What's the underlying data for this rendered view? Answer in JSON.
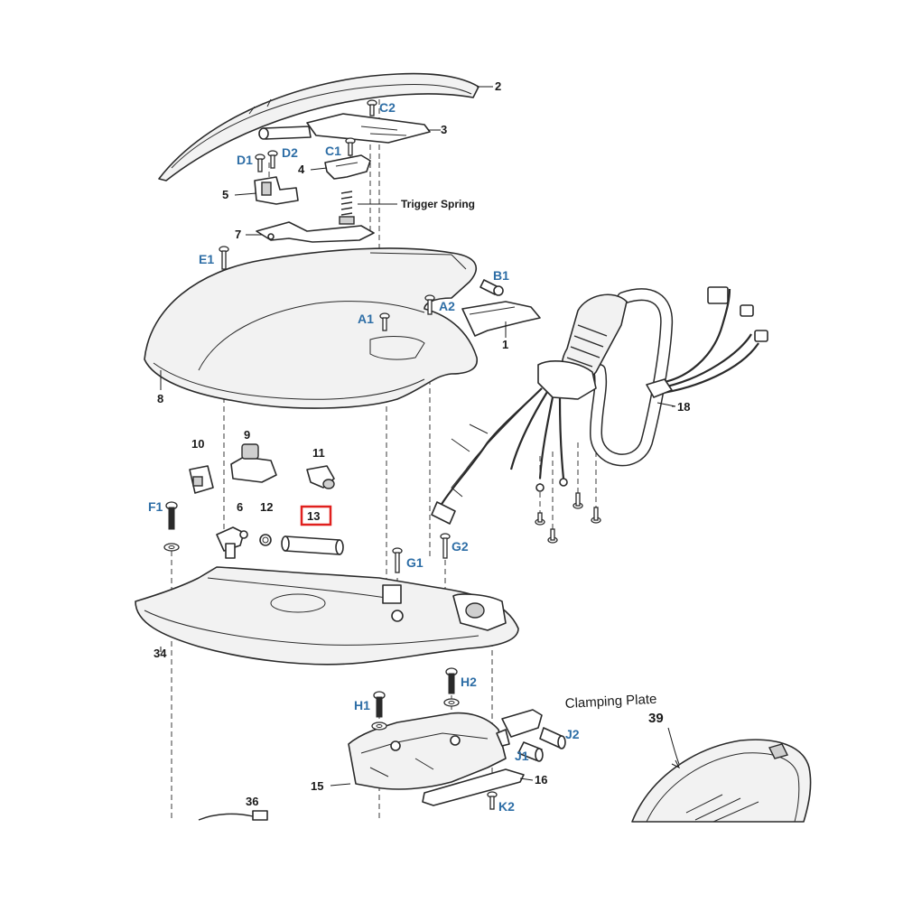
{
  "diagram": {
    "part_labels": {
      "p1": "1",
      "p2": "2",
      "p3": "3",
      "p4": "4",
      "p5": "5",
      "p6": "6",
      "p7": "7",
      "p8": "8",
      "p9": "9",
      "p10": "10",
      "p11": "11",
      "p12": "12",
      "p13": "13",
      "p15": "15",
      "p16": "16",
      "p18": "18",
      "p34": "34",
      "p36": "36",
      "p39": "39"
    },
    "hardware_labels": {
      "a1": "A1",
      "a2": "A2",
      "b1": "B1",
      "c1": "C1",
      "c2": "C2",
      "d1": "D1",
      "d2": "D2",
      "e1": "E1",
      "f1": "F1",
      "g1": "G1",
      "g2": "G2",
      "h1": "H1",
      "h2": "H2",
      "j1": "J1",
      "j2": "J2",
      "k2": "K2"
    },
    "text_labels": {
      "trigger_spring": "Trigger Spring",
      "clamping_plate": "Clamping Plate"
    },
    "highlighted_part": "13",
    "colors": {
      "line": "#2a2a2a",
      "hardware_label": "#2e6ea6",
      "highlight": "#e0201e"
    }
  }
}
